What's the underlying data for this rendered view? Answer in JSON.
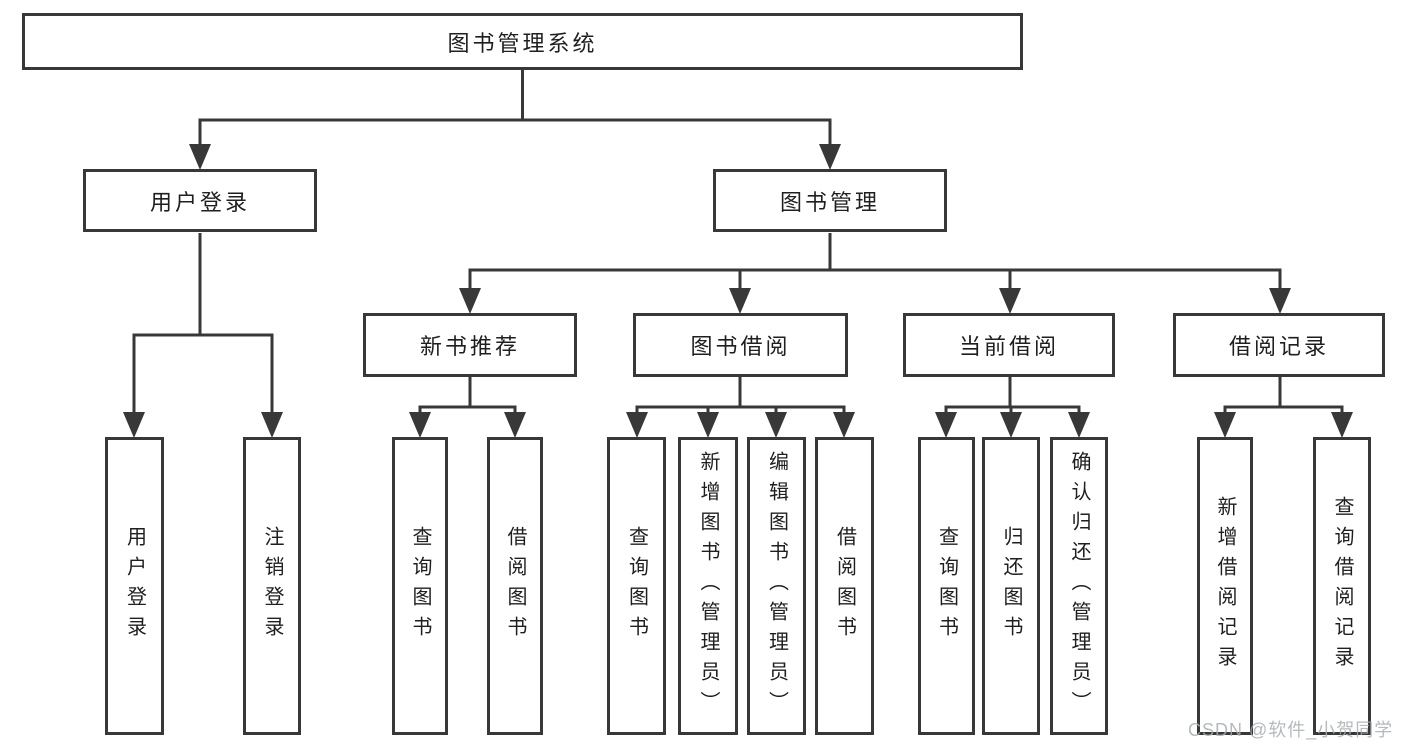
{
  "tree": {
    "root": "图书管理系统",
    "level2": [
      {
        "label": "用户登录",
        "leaves": [
          "用户登录",
          "注销登录"
        ]
      },
      {
        "label": "图书管理",
        "sections": [
          {
            "label": "新书推荐",
            "leaves": [
              "查询图书",
              "借阅图书"
            ]
          },
          {
            "label": "图书借阅",
            "leaves": [
              "查询图书",
              "新增图书（管理员）",
              "编辑图书（管理员）",
              "借阅图书"
            ]
          },
          {
            "label": "当前借阅",
            "leaves": [
              "查询图书",
              "归还图书",
              "确认归还（管理员）"
            ]
          },
          {
            "label": "借阅记录",
            "leaves": [
              "新增借阅记录",
              "查询借阅记录"
            ]
          }
        ]
      }
    ]
  },
  "watermark": "CSDN @软件_小贺同学",
  "colors": {
    "line": "#383838",
    "text": "#1f1f1f",
    "background": "#ffffff",
    "watermark": "#a9aeb2"
  }
}
